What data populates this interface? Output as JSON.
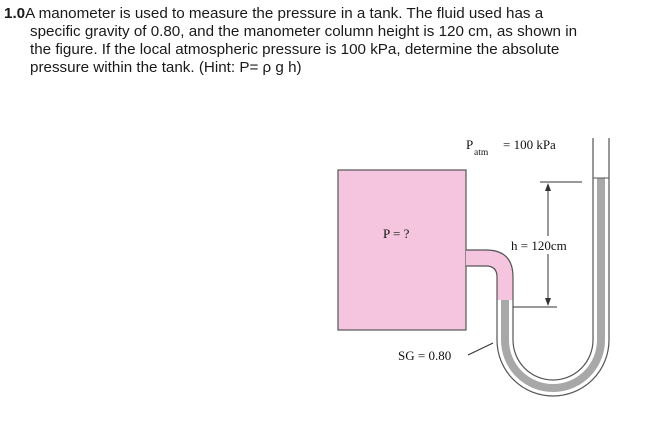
{
  "problem": {
    "number": "1.0",
    "line1": "A manometer is used to measure the pressure in a tank. The fluid used has a",
    "line2": "specific gravity of 0.80, and the manometer column height is 120 cm, as shown in",
    "line3": "the figure. If the local atmospheric pressure is 100 kPa, determine the absolute",
    "line4": "pressure within the tank. (Hint: P= ρ g h)"
  },
  "figure": {
    "patm_symbol": "P",
    "patm_subscript": "atm",
    "patm_value": "= 100 kPa",
    "tank_pressure": "P = ?",
    "height_label": "h = 120cm",
    "sg_label": "SG = 0.80",
    "colors": {
      "tank_fill": "#f5c5df",
      "outline": "#555555",
      "fluid_fill": "#a8a8a8"
    }
  }
}
